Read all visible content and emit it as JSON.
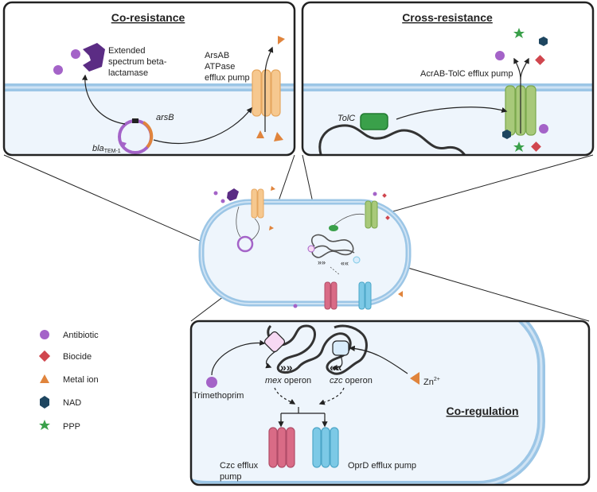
{
  "panels": {
    "co_resistance": {
      "title": "Co-resistance",
      "beta_lactamase_label": [
        "Extended",
        "spectrum beta-",
        "lactamase"
      ],
      "pump_label": [
        "ArsAB",
        "ATPase",
        "efflux pump"
      ],
      "gene_arsB": "arsB",
      "gene_bla": "bla",
      "gene_bla_sub": "TEM-1"
    },
    "cross_resistance": {
      "title": "Cross-resistance",
      "pump_label": "AcrAB-TolC efflux pump",
      "gene_tolc": "TolC"
    },
    "co_regulation": {
      "title": "Co-regulation",
      "mex_gene": "mex",
      "mex_suffix": " operon",
      "czc_gene": "czc",
      "czc_suffix": " operon",
      "trimethoprim": "Trimethoprim",
      "zinc": "Zn",
      "zinc_charge": "2+",
      "czc_pump_label": [
        "Czc efflux",
        "pump"
      ],
      "oprd_pump_label": "OprD efflux pump"
    }
  },
  "legend": [
    {
      "label": "Antibiotic",
      "icon": "circle-icon",
      "color": "#a463c8"
    },
    {
      "label": "Biocide",
      "icon": "diamond-icon",
      "color": "#d0464e"
    },
    {
      "label": "Metal ion",
      "icon": "triangle-icon",
      "color": "#e0843c"
    },
    {
      "label": "NAD",
      "icon": "hexagon-icon",
      "color": "#1e4660"
    },
    {
      "label": "PPP",
      "icon": "star-icon",
      "color": "#3aa04a"
    }
  ],
  "colors": {
    "antibiotic": "#a463c8",
    "biocide": "#d0464e",
    "metal": "#e0843c",
    "nad": "#1e4660",
    "ppp": "#3aa04a",
    "membrane": "#9cc6e6",
    "ars_pump": "#f6c88f",
    "acr_pump": "#a8c97a",
    "czc_pump": "#d96b86",
    "oprd_pump": "#7cc9e6",
    "tolc_gene": "#3aa04a",
    "enzyme": "#5b2c84"
  }
}
